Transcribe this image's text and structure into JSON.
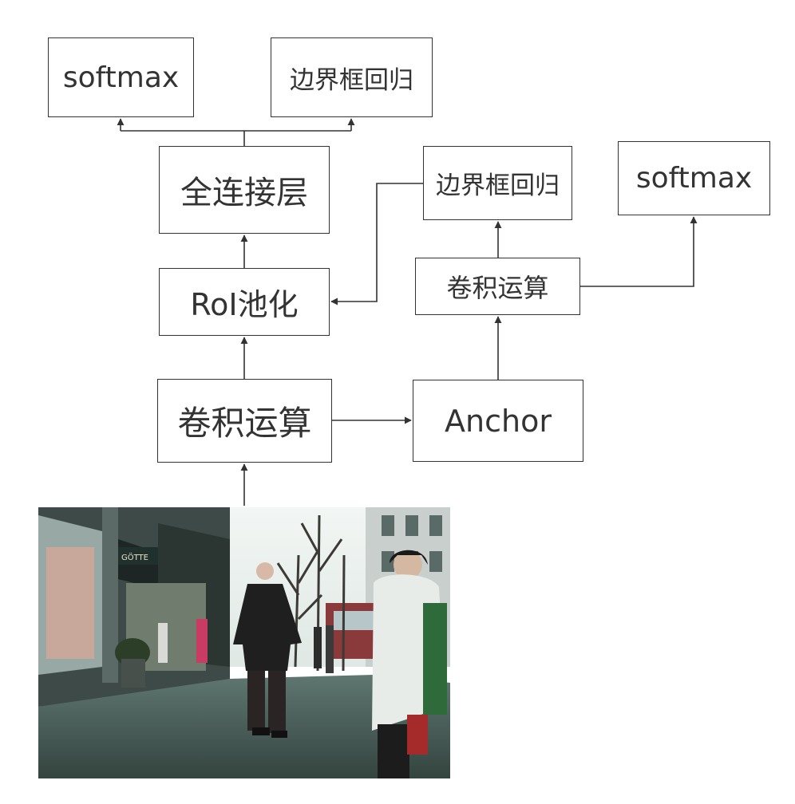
{
  "boxes": {
    "softmax_left": "softmax",
    "bbox_reg_left": "边界框回归",
    "fc_layer": "全连接层",
    "roi_pooling": "RoI池化",
    "conv_main": "卷积运算",
    "anchor": "Anchor",
    "conv_rpn": "卷积运算",
    "bbox_reg_right": "边界框回归",
    "softmax_right": "softmax"
  },
  "image": {
    "subject": "street-scene-photo",
    "sign_text": "GÖTTE"
  },
  "colors": {
    "box_border": "#333333",
    "arrow": "#333333",
    "text": "#333333"
  }
}
